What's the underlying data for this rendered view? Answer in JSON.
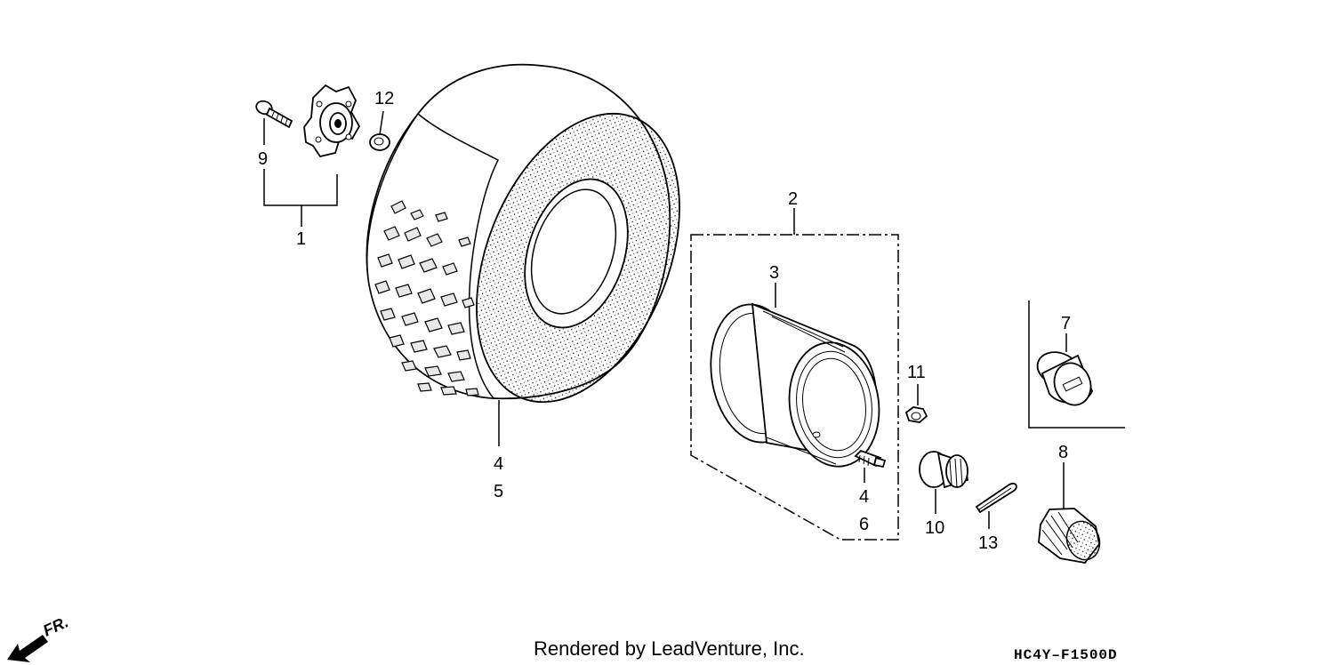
{
  "callouts": {
    "c1": "1",
    "c2": "2",
    "c3": "3",
    "c4a": "4",
    "c5": "5",
    "c4b": "4",
    "c6": "6",
    "c7": "7",
    "c8": "8",
    "c9": "9",
    "c10": "10",
    "c11": "11",
    "c12": "12",
    "c13": "13"
  },
  "footer": {
    "credit": "Rendered by LeadVenture, Inc.",
    "code": "HC4Y–F1500D"
  },
  "direction": {
    "label": "FR."
  },
  "colors": {
    "line": "#000000",
    "background": "#ffffff",
    "tread": "#e8e8e8"
  }
}
